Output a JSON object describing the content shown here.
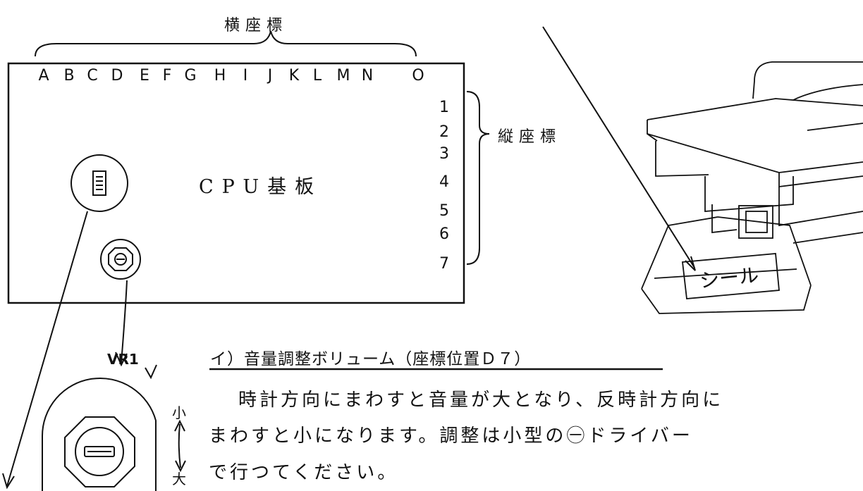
{
  "board": {
    "horizontal_axis_label": "横座標",
    "vertical_axis_label": "縦座標",
    "title": "CPU基板",
    "columns": [
      "A",
      "B",
      "C",
      "D",
      "E",
      "F",
      "G",
      "H",
      "I",
      "J",
      "K",
      "L",
      "M",
      "N",
      "O"
    ],
    "rows": [
      "1",
      "2",
      "3",
      "4",
      "5",
      "6",
      "7"
    ]
  },
  "volume_detail": {
    "label": "VR1",
    "small_label": "小",
    "large_label": "大"
  },
  "section": {
    "title": "イ）音量調整ボリューム（座標位置Ｄ７）",
    "body_lines": [
      "時計方向にまわすと音量が大となり、反時計方向に",
      "まわすと小になります。調整は小型の㊀ドライバー",
      "で行つてください。"
    ]
  },
  "machine": {
    "seal_label": "シール"
  },
  "icons": [
    "volume-knob-icon",
    "dip-switch-icon",
    "cabinet-illustration"
  ]
}
